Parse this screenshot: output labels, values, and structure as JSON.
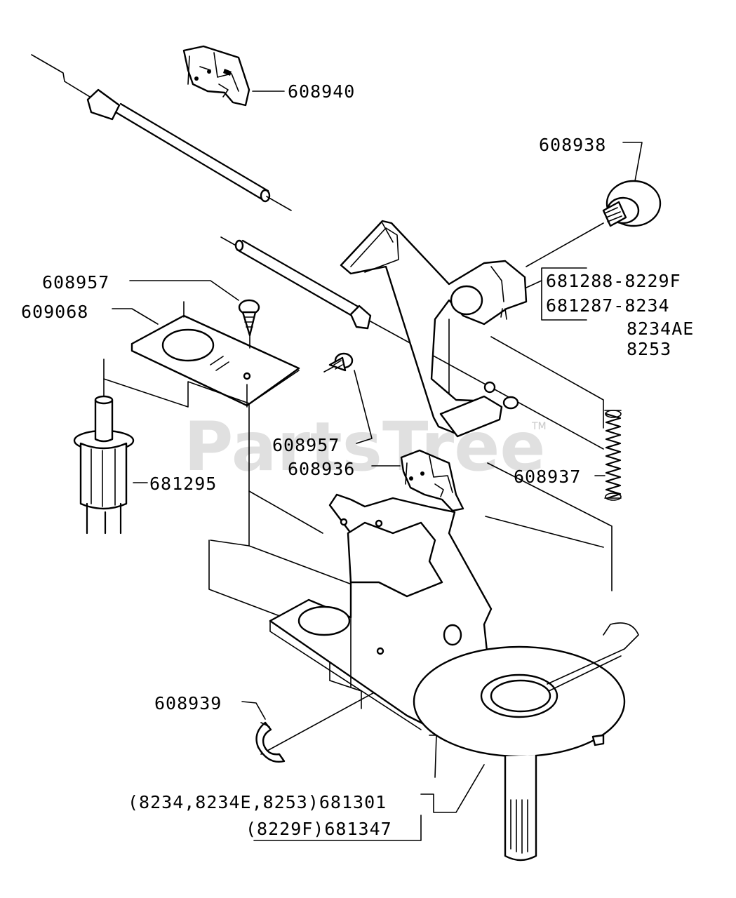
{
  "watermark": {
    "text": "PartsTree",
    "trademark": "TM"
  },
  "callouts": {
    "c608940": "608940",
    "c608938": "608938",
    "c681288": "681288-8229F",
    "c681287": "681287-8234",
    "c8234AE": "8234AE",
    "c8253": "8253",
    "c608957a": "608957",
    "c609068": "609068",
    "c608957b": "608957",
    "c608936": "608936",
    "c608937": "608937",
    "c681295": "681295",
    "c608939": "608939",
    "c681301": "(8234,8234E,8253)681301",
    "c681347": "(8229F)681347"
  }
}
